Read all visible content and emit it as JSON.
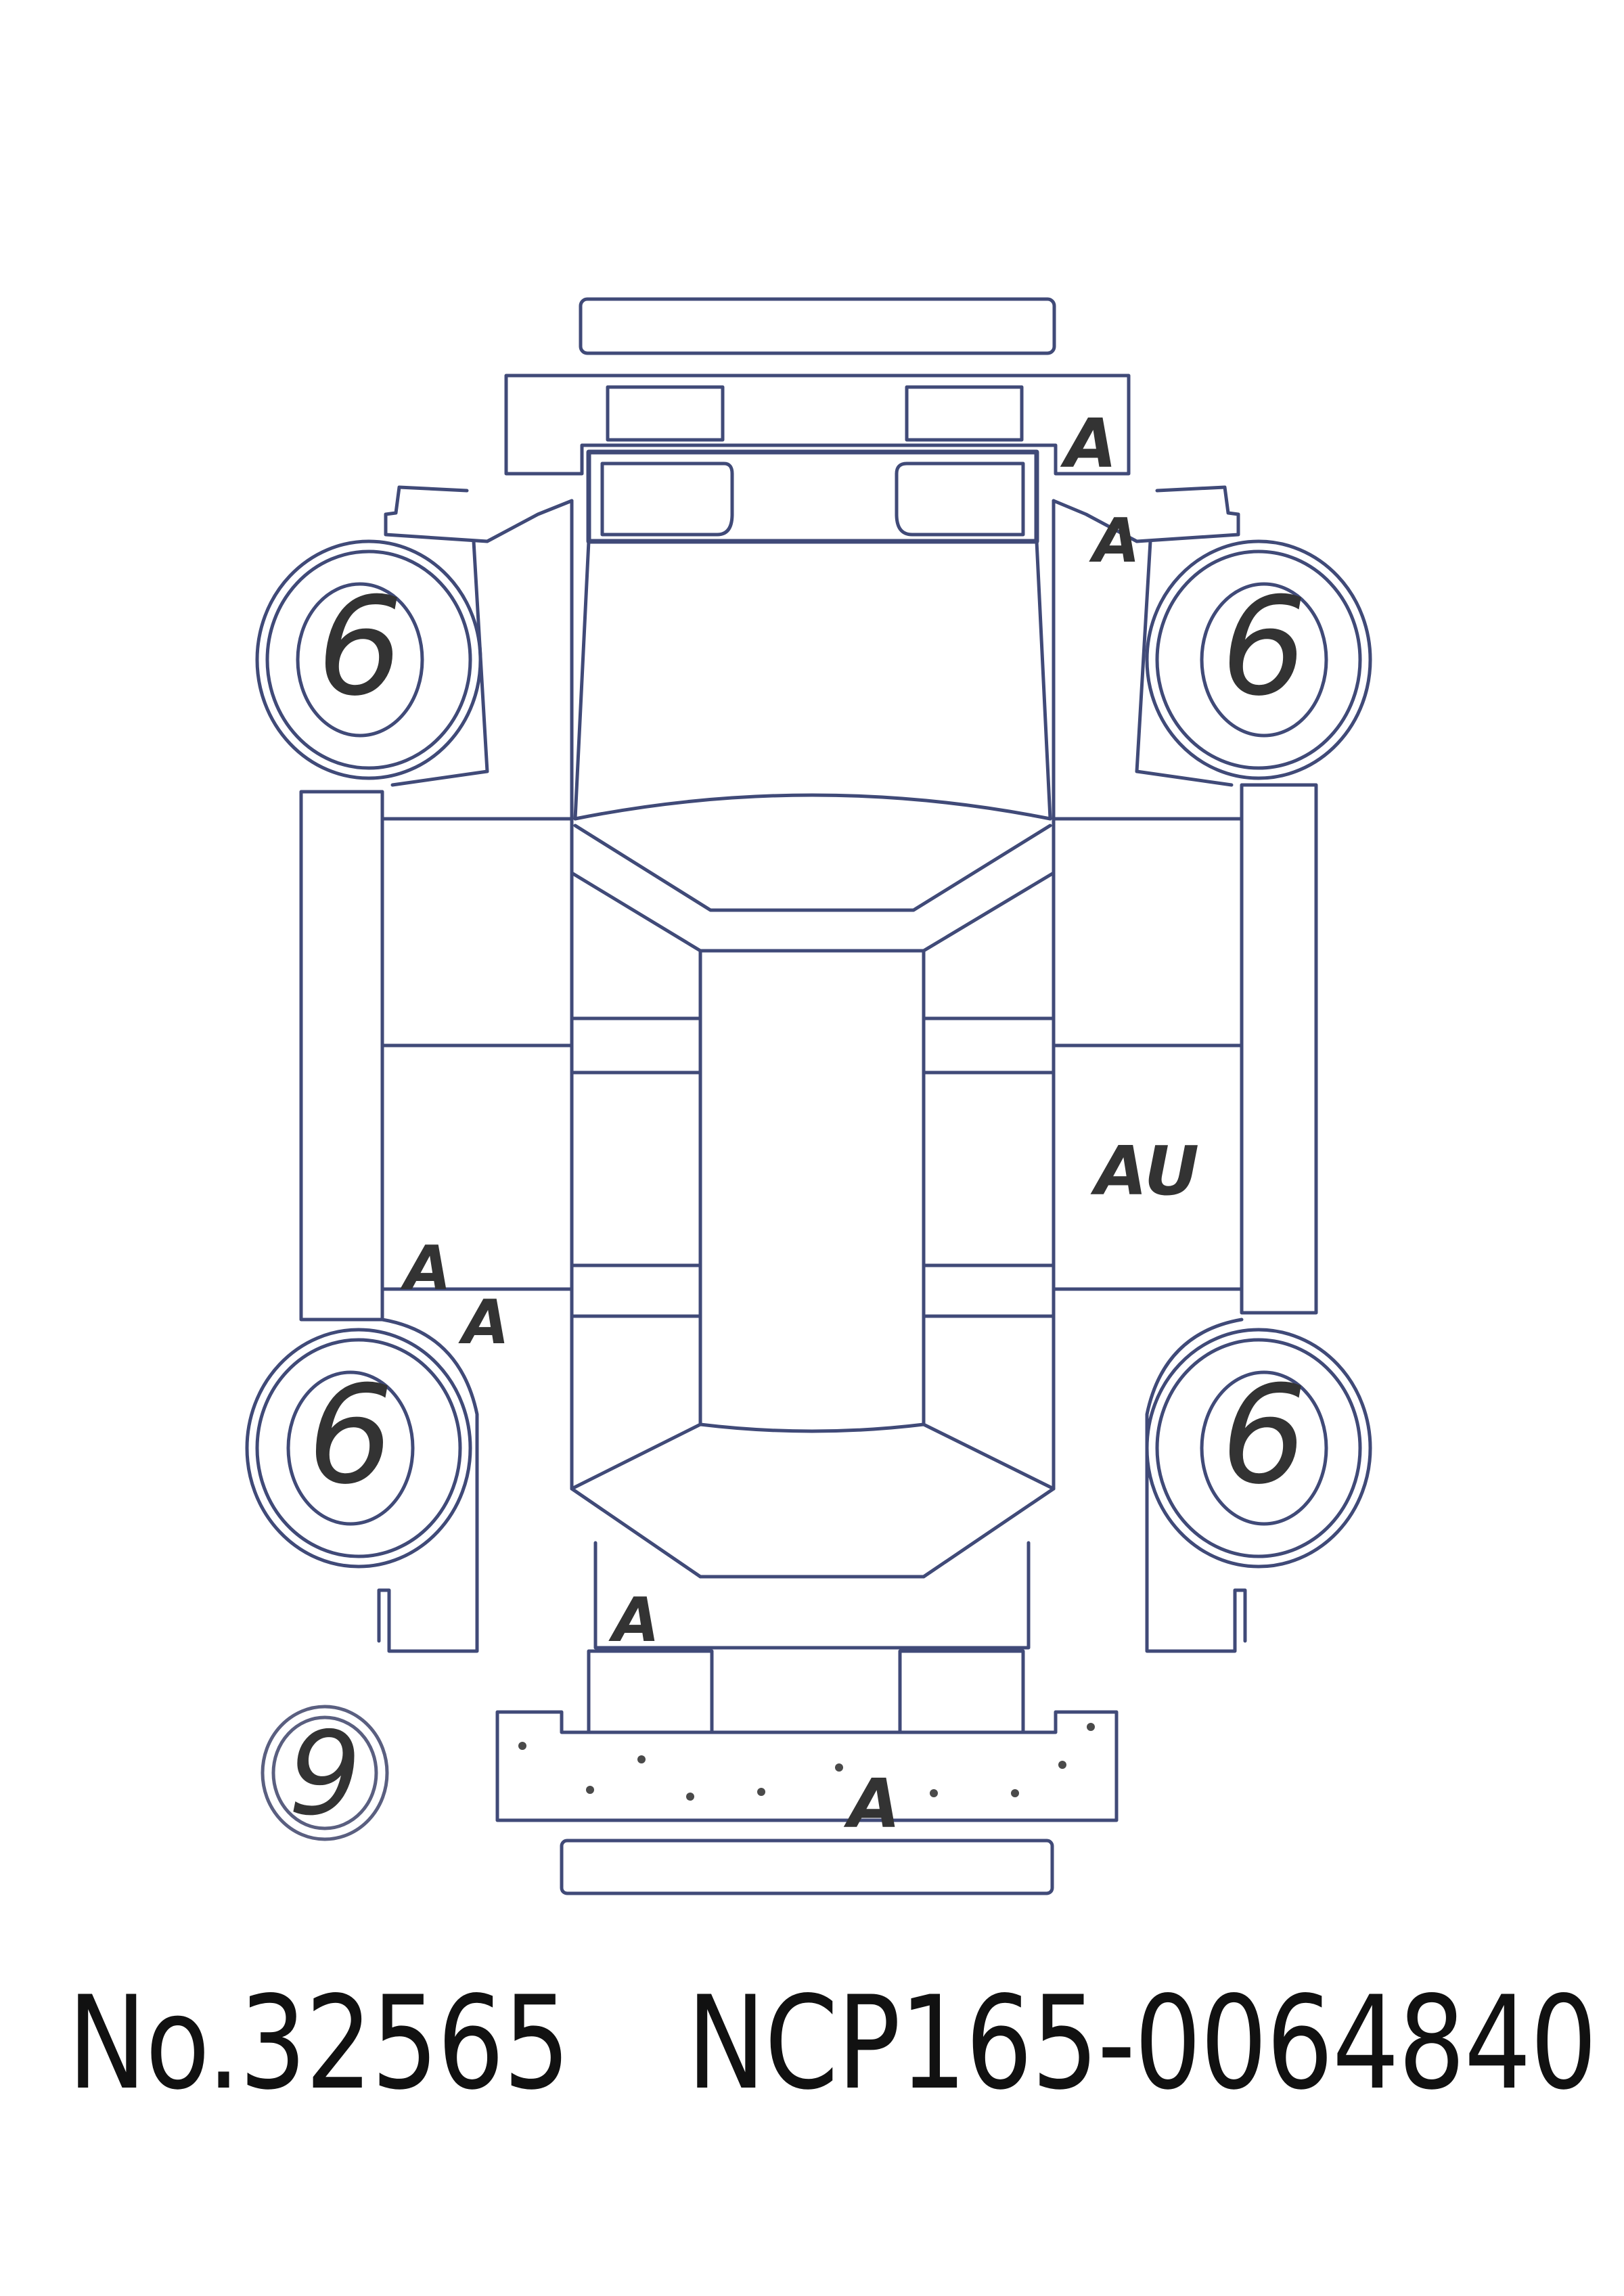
{
  "diagram": {
    "line_color": "#404a78",
    "marks": [
      {
        "code": "A",
        "location": "front right corner"
      },
      {
        "code": "A",
        "location": "front right fender"
      },
      {
        "code": "A",
        "location": "left rear door"
      },
      {
        "code": "A",
        "location": "left rear quarter"
      },
      {
        "code": "AU",
        "location": "right rear door"
      },
      {
        "code": "A",
        "location": "rear left corner"
      },
      {
        "code": "A",
        "location": "rear bumper"
      }
    ],
    "tire_grades": [
      {
        "position": "front-left",
        "value": "6"
      },
      {
        "position": "front-right",
        "value": "6"
      },
      {
        "position": "rear-left",
        "value": "6"
      },
      {
        "position": "rear-right",
        "value": "6"
      }
    ],
    "spare_grade": "9"
  },
  "footer": {
    "lot_number": "No.32565",
    "chassis_number": "NCP165-0064840"
  }
}
